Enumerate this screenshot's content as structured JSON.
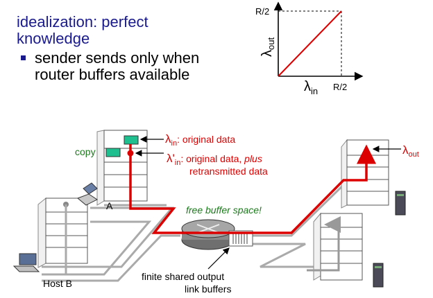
{
  "headline": "idealization: perfect knowledge",
  "bullet": "sender sends only when router buffers available",
  "graph": {
    "ytick": "R/2",
    "xtick": "R/2",
    "ylabel_main": "λ",
    "ylabel_sub": "out",
    "xlabel_main": "λ",
    "xlabel_sub": "in"
  },
  "labels": {
    "lambda_in_main": "λ",
    "lambda_in_sub": "in",
    "lambda_in_desc": ": original data",
    "lambda_in_prime_main": "λ'",
    "lambda_in_prime_sub": "in",
    "lambda_in_prime_desc": ": original data, ",
    "lambda_in_prime_plus": "plus",
    "retransmitted": "retransmitted data",
    "lambda_out_main": "λ",
    "lambda_out_sub": "out",
    "copy": "copy",
    "host_a": "A",
    "host_b": "Host B",
    "free_buffer": "free buffer space!",
    "finite_shared": "finite shared output",
    "link_buffers": "link buffers"
  },
  "colors": {
    "title": "#1a1a8c",
    "red": "#dd0000",
    "green": "#1a7a1a",
    "packet": "#1fbf8f"
  }
}
